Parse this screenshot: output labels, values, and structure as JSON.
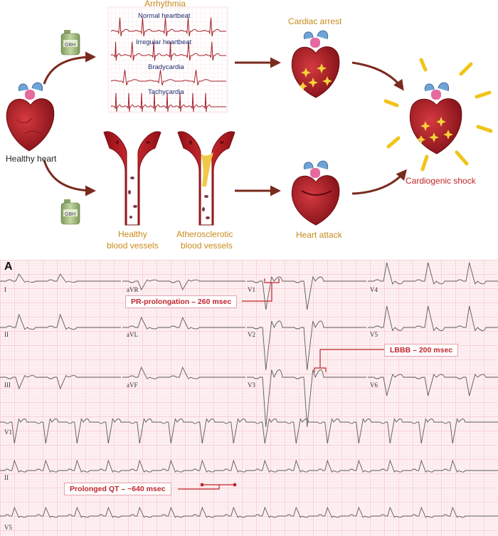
{
  "top": {
    "healthy_heart": "Healthy heart",
    "gbh": "GBH",
    "arrhythmia": {
      "title": "Arrhythmia",
      "rows": [
        "Normal heartbeat",
        "Irregular heartbeat",
        "Bradycardia",
        "Tachycardia"
      ]
    },
    "cardiac_arrest": "Cardiac arrest",
    "heart_attack": "Heart attack",
    "cardiogenic_shock": "Cardiogenic shock",
    "vessels": {
      "healthy_line1": "Healthy",
      "healthy_line2": "blood vessels",
      "athero_line1": "Atherosclerotic",
      "athero_line2": "blood vessels"
    }
  },
  "ecg": {
    "panel_label": "A",
    "leads": {
      "r1": [
        "I",
        "aVR",
        "V1",
        "V4"
      ],
      "r2": [
        "II",
        "aVL",
        "V2",
        "V5"
      ],
      "r3": [
        "III",
        "aVF",
        "V3",
        "V6"
      ],
      "r4": "V1",
      "r5": "II",
      "r6": "V5"
    },
    "callouts": {
      "pr": "PR-prolongation – 260 msec",
      "lbbb": "LBBB – 200 msec",
      "qt": "Prolonged QT – ~640 msec"
    }
  },
  "colors": {
    "accent_red": "#c0242b",
    "label_orange": "#c98a1a",
    "arrow": "#7a2a1e",
    "ecg_grid": "#f2b9c1"
  }
}
